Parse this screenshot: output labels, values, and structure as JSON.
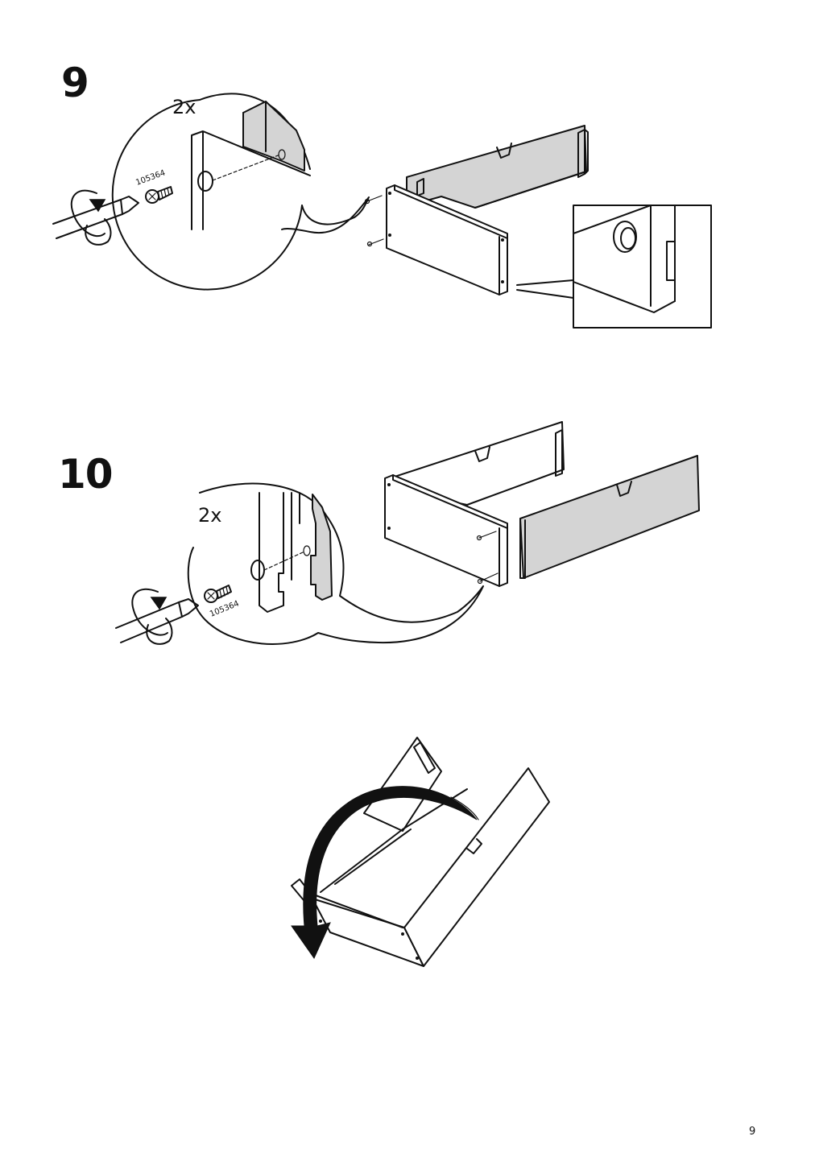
{
  "steps": [
    {
      "number": "9",
      "quantity": "2x",
      "part_number": "105364"
    },
    {
      "number": "10",
      "quantity": "2x",
      "part_number": "105364"
    }
  ],
  "page_number": "9",
  "icons": [
    "screwdriver-icon",
    "rotate-arrow-icon",
    "screw-icon",
    "flip-arrow-icon"
  ]
}
